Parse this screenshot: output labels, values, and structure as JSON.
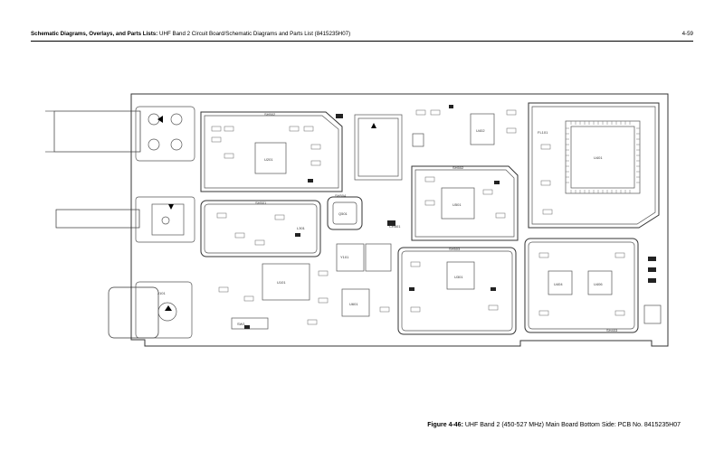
{
  "header": {
    "section_bold": "Schematic Diagrams, Overlays, and Parts Lists:",
    "section_rest": " UHF Band 2 Circuit Board/Schematic Diagrams and Parts List (8415235H07)",
    "page_number": "4-59"
  },
  "caption": {
    "figure_bold": "Figure 4-46:",
    "figure_rest": " UHF Band 2 (450-527 MHz) Main Board Bottom Side: PCB No. 8415235H07"
  },
  "board_labels": {
    "sh_top_left": "SH502",
    "sh_mid_left": "SH501",
    "sh_center": "SH504",
    "sh_center_right": "SH502",
    "sh_bottom_center": "SH503",
    "sh_bottom_right": "SH403",
    "u201": "U201",
    "u501": "U501",
    "u301": "U301",
    "u401": "U401",
    "u402": "U402",
    "u404": "U404",
    "u406": "U406",
    "u101": "U101",
    "u601": "U601",
    "j101": "J101",
    "fl101": "FL101",
    "y101": "Y101",
    "q501": "Q501",
    "cr501": "CR501",
    "l301": "L301",
    "sw1": "SW1"
  }
}
